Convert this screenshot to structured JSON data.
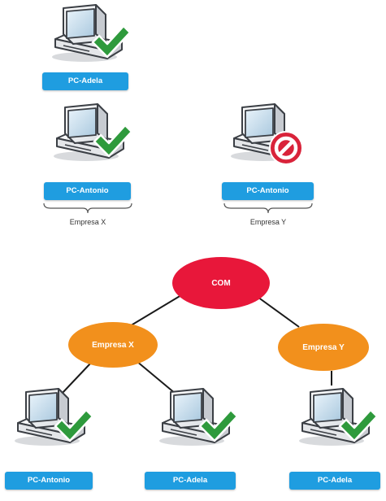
{
  "top_section": {
    "computers": [
      {
        "label": "PC-Adela",
        "status": "check-icon"
      },
      {
        "label": "PC-Antonio",
        "status": "check-icon"
      },
      {
        "label": "PC-Antonio",
        "status": "blocked-icon"
      }
    ],
    "groups": [
      {
        "label": "Empresa X"
      },
      {
        "label": "Empresa Y"
      }
    ]
  },
  "tree": {
    "root": {
      "label": "COM",
      "color": "#e8173a"
    },
    "branches": [
      {
        "label": "Empresa X",
        "color": "#f2901c"
      },
      {
        "label": "Empresa Y",
        "color": "#f2901c"
      }
    ],
    "leaves": [
      {
        "label": "PC-Antonio",
        "status": "check-icon"
      },
      {
        "label": "PC-Adela",
        "status": "check-icon"
      },
      {
        "label": "PC-Adela",
        "status": "check-icon"
      }
    ]
  },
  "colors": {
    "label_blue": "#1f9de0",
    "check_green": "#2e9a3c",
    "blocked_red": "#d9233a"
  }
}
